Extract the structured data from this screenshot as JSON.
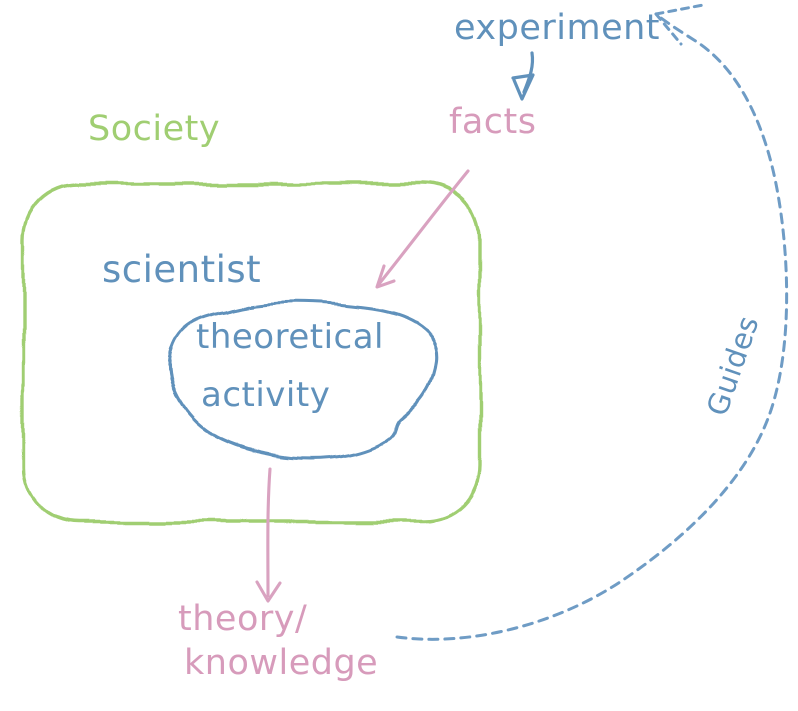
{
  "labels": {
    "experiment": "experiment",
    "facts": "facts",
    "society": "Society",
    "scientist": "scientist",
    "theoretical_activity": {
      "line1": "theoretical",
      "line2": "activity"
    },
    "theory_knowledge": {
      "line1": "theory/",
      "line2": "knowledge"
    },
    "guides": "Guides"
  },
  "colors": {
    "blue_text": "#6091bb",
    "blue_dashed": "#6f9cc5",
    "pink": "#d79bbb",
    "green": "#a0ce72",
    "background": "#ffffff"
  },
  "shapes": [
    {
      "name": "society-boundary-blob",
      "label": "Society",
      "style": "wavy-rounded-rectangle",
      "color": "green",
      "contains": [
        "scientist",
        "theoretical activity"
      ]
    },
    {
      "name": "theoretical-activity-blob",
      "label": "theoretical activity",
      "style": "irregular-blob",
      "color": "blue",
      "inside": "society-boundary-blob"
    }
  ],
  "arrows": [
    {
      "name": "experiment-to-facts",
      "from": "experiment",
      "to": "facts",
      "style": "solid",
      "color": "blue"
    },
    {
      "name": "facts-to-theoretical-activity",
      "from": "facts",
      "to": "theoretical activity",
      "style": "solid",
      "color": "pink"
    },
    {
      "name": "theoretical-activity-to-theory",
      "from": "theoretical activity",
      "to": "theory/knowledge",
      "style": "solid",
      "color": "pink"
    },
    {
      "name": "theory-to-experiment",
      "from": "theory/knowledge",
      "to": "experiment",
      "style": "dashed",
      "color": "blue",
      "label": "Guides"
    }
  ]
}
